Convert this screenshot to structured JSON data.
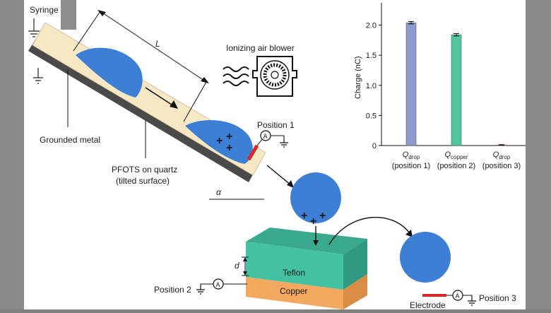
{
  "labels": {
    "syringe": "Syringe",
    "length": "L",
    "ionizing": "Ionizing air blower",
    "position1": "Position 1",
    "grounded_metal": "Grounded metal",
    "pfots_line1": "PFOTS on quartz",
    "pfots_line2": "(tilted surface)",
    "alpha": "α",
    "thickness": "d",
    "teflon": "Teflon",
    "copper": "Copper",
    "position2": "Position 2",
    "position3": "Position 3",
    "electrode": "Electrode",
    "ammeter": "A",
    "plus": "+"
  },
  "colors": {
    "drop": "#3d7fd4",
    "surface": "#f6e8c4",
    "teflon": "#3fb99b",
    "copper": "#f2a85e",
    "electrode": "#d62828",
    "bar_drop": "#8c9ad0",
    "bar_copper": "#4fc79a",
    "bar_drop3": "#d14a4a"
  },
  "chart_data": {
    "type": "bar",
    "ylabel": "Charge (nC)",
    "ylim": [
      0,
      2.3
    ],
    "yticks": [
      "0",
      "0.5",
      "1.0",
      "1.5",
      "2.0"
    ],
    "ytick_values": [
      0,
      0.5,
      1.0,
      1.5,
      2.0
    ],
    "categories": [
      {
        "sym": "Q",
        "sub": "drop",
        "pos": "(position 1)"
      },
      {
        "sym": "Q",
        "sub": "copper",
        "pos": "(position 2)"
      },
      {
        "sym": "Q",
        "sub": "drop",
        "pos": "(position 3)"
      }
    ],
    "values": [
      2.04,
      1.84,
      0.01
    ],
    "errors": [
      0.02,
      0.02,
      0.005
    ]
  }
}
